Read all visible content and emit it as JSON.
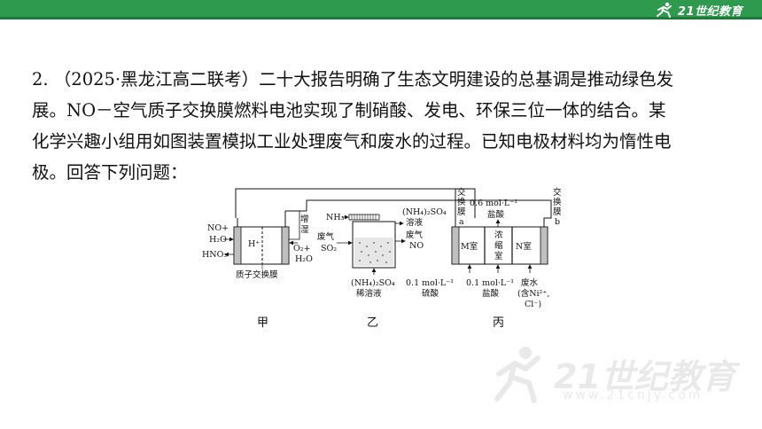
{
  "header": {
    "brand": "21世纪教育",
    "colors": {
      "bar": "#2e9a4e",
      "bar_dark": "#1f7a3a"
    }
  },
  "question": {
    "lines": [
      "2. （2025·黑龙江高二联考）二十大报告明确了生态文明建设的总基调是推动绿色发",
      "展。NO－空气质子交换膜燃料电池实现了制硝酸、发电、环保三位一体的结合。某",
      "化学兴趣小组用如图装置模拟工业处理废气和废水的过程。已知电极材料均为惰性电",
      "极。回答下列问题："
    ]
  },
  "figure": {
    "jia": {
      "in_left": [
        "NO+",
        "H₂O"
      ],
      "out_left": "HNO₃",
      "proton": "H⁺",
      "membrane": "质子交换膜",
      "humidify": [
        "增",
        "湿"
      ],
      "o2": "O₂+",
      "h2o": "H₂O",
      "caption": "甲"
    },
    "yi": {
      "nh3": "NH₃",
      "gas_in": [
        "废气",
        "SO₂"
      ],
      "solution_out": [
        "(NH₄)₂SO₄",
        "溶液"
      ],
      "gas_out": [
        "废气",
        "NO"
      ],
      "bottom_solution": [
        "(NH₄)₂SO₄",
        "稀溶液"
      ],
      "caption": "乙"
    },
    "bing": {
      "membrane_a": [
        "交",
        "换",
        "膜",
        "a"
      ],
      "membrane_b": [
        "交",
        "换",
        "膜",
        "b"
      ],
      "top_hcl": [
        "0.6 mol·L⁻¹",
        "盐酸"
      ],
      "room_m": "M室",
      "room_mid": [
        "浓",
        "缩",
        "室"
      ],
      "room_n": "N室",
      "acid_h2so4": [
        "0.1 mol·L⁻¹",
        "硫酸"
      ],
      "acid_hcl": [
        "0.1 mol·L⁻¹",
        "盐酸"
      ],
      "waste_water": [
        "废水",
        "(含Ni²⁺,",
        "Cl⁻)"
      ],
      "caption": "丙"
    }
  },
  "watermark": {
    "brand": "21世纪教育",
    "url": "www.21cnjy.com"
  }
}
